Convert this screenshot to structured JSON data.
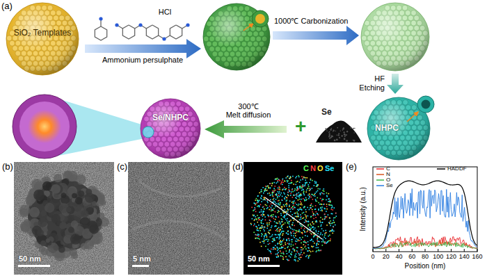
{
  "diagram": {
    "nodes": [
      {
        "text": [
          "SiO₂ Templates"
        ]
      },
      {
        "text": [
          "Se/NHPC"
        ]
      },
      {
        "text": [
          "Se"
        ]
      },
      {
        "text": [
          "NHPC"
        ]
      }
    ],
    "labels": [
      "(a)",
      "HCl",
      "Ammonium persulphate",
      "1000℃ Carbonization",
      "HF",
      "Etching",
      "+",
      "300℃",
      "Melt diffusion",
      "(b)",
      "50 nm",
      "(c)",
      "5 nm",
      "(d)",
      "C",
      "N",
      "O",
      "Se",
      "50 nm",
      "(e)",
      "Intensity (a.u.)",
      "0",
      "20",
      "40",
      "60",
      "80",
      "100",
      "120",
      "140",
      "160",
      "Position (nm)"
    ],
    "legend": [
      {
        "text": "C"
      },
      {
        "text": "N"
      },
      {
        "text": "O"
      },
      {
        "text": "Se"
      },
      {
        "text": "HADDF"
      }
    ]
  }
}
